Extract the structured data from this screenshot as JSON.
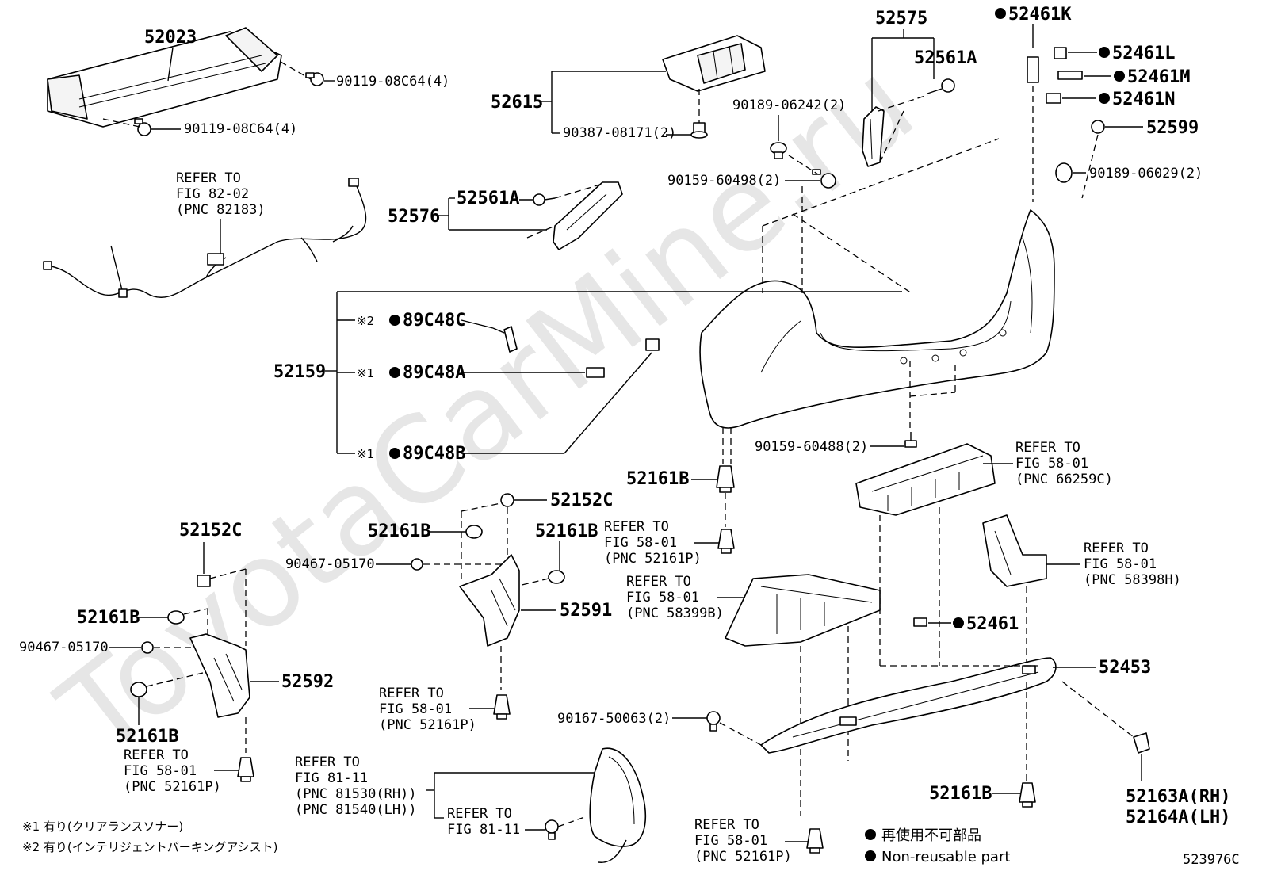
{
  "watermark": "ToyotaCarMine.ru",
  "diagram_id": "523976C",
  "labels": {
    "p52023": "52023",
    "p90119a": "90119-08C64(4)",
    "p90119b": "90119-08C64(4)",
    "ref82_1": "REFER TO",
    "ref82_2": "FIG 82-02",
    "ref82_3": "(PNC 82183)",
    "p52615": "52615",
    "p90387": "90387-08171(2)",
    "p52576": "52576",
    "p52561A_a": "52561A",
    "p52575": "52575",
    "p52561A_b": "52561A",
    "p90189_06242": "90189-06242(2)",
    "p90159_60498": "90159-60498(2)",
    "p52461K": "52461K",
    "p52461L": "52461L",
    "p52461M": "52461M",
    "p52461N": "52461N",
    "p52599": "52599",
    "p90189_06029": "90189-06029(2)",
    "p52159": "52159",
    "n89C48C": "89C48C",
    "n89C48A": "89C48A",
    "n89C48B": "89C48B",
    "mark2": "※2",
    "mark1a": "※1",
    "mark1b": "※1",
    "p90159_60488": "90159-60488(2)",
    "p52161B_c": "52161B",
    "ref5801a_1": "REFER TO",
    "ref5801a_2": "FIG 58-01",
    "ref5801a_3": "(PNC 52161P)",
    "ref66259_1": "REFER TO",
    "ref66259_2": "FIG 58-01",
    "ref66259_3": "(PNC 66259C)",
    "p52152C_a": "52152C",
    "p52161B_d": "52161B",
    "p52161B_e": "52161B",
    "p90467_a": "90467-05170",
    "p52591": "52591",
    "ref58399_1": "REFER TO",
    "ref58399_2": "FIG 58-01",
    "ref58399_3": "(PNC 58399B)",
    "ref58398_1": "REFER TO",
    "ref58398_2": "FIG 58-01",
    "ref58398_3": "(PNC 58398H)",
    "p52152C_b": "52152C",
    "p52161B_f": "52161B",
    "p90467_b": "90467-05170",
    "p52592": "52592",
    "p52161B_g": "52161B",
    "ref5801b_1": "REFER TO",
    "ref5801b_2": "FIG 58-01",
    "ref5801b_3": "(PNC 52161P)",
    "ref5801c_1": "REFER TO",
    "ref5801c_2": "FIG 58-01",
    "ref5801c_3": "(PNC 52161P)",
    "p52461": "52461",
    "p52453": "52453",
    "p90167": "90167-50063(2)",
    "ref81_1": "REFER TO",
    "ref81_2": "FIG 81-11",
    "ref81_3": "(PNC 81530(RH))",
    "ref81_4": "(PNC 81540(LH))",
    "ref8111_1": "REFER TO",
    "ref8111_2": "FIG 81-11",
    "p52161B_h": "52161B",
    "p52163A": "52163A(RH)",
    "p52164A": "52164A(LH)",
    "ref5801d_1": "REFER TO",
    "ref5801d_2": "FIG 58-01",
    "ref5801d_3": "(PNC 52161P)"
  },
  "footnotes": {
    "n1": "※1 有り(クリアランスソナー)",
    "n2": "※2 有り(インテリジェントパーキングアシスト)"
  },
  "legend": {
    "jp": "再使用不可部品",
    "en": "Non-reusable part"
  }
}
